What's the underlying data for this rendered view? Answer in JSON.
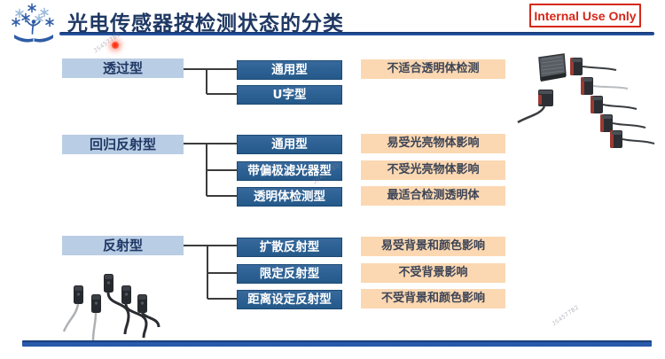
{
  "slide": {
    "title": "光电传感器按检测状态的分类",
    "badge_label": "Internal Use Only",
    "watermark_text": "JS4577B2"
  },
  "groups": [
    {
      "category": "透过型",
      "items": [
        {
          "type": "通用型",
          "note": "不适合透明体检测"
        },
        {
          "type": "U字型"
        }
      ]
    },
    {
      "category": "回归反射型",
      "items": [
        {
          "type": "通用型",
          "note": "易受光亮物体影响"
        },
        {
          "type": "带偏极滤光器型",
          "note": "不受光亮物体影响"
        },
        {
          "type": "透明体检测型",
          "note": "最适合检测透明体"
        }
      ]
    },
    {
      "category": "反射型",
      "items": [
        {
          "type": "扩散反射型",
          "note": "易受背景和颜色影响"
        },
        {
          "type": "限定反射型",
          "note": "不受背景影响"
        },
        {
          "type": "距离设定反射型",
          "note": "不受背景和颜色影响"
        }
      ]
    }
  ],
  "icons": {
    "logo": "tree-book-logo",
    "top_right_image": "photoelectric-sensors-with-reflector-photo",
    "bottom_left_image": "miniature-sensors-with-cables-photo",
    "laser_dot": "red-laser-pointer-dot"
  },
  "colors": {
    "title_text": "#1f3864",
    "title_underline": "#1f4e96",
    "category_box_bg": "#b9cde4",
    "category_box_text": "#1f3864",
    "type_box_bg": "#2b6094",
    "type_box_text": "#ffffff",
    "note_box_bg": "#fbd8b2",
    "note_box_text": "#3c4456",
    "badge_red": "#d62718",
    "connector": "#3c3c3c",
    "footer_bar": "#2456a4"
  }
}
